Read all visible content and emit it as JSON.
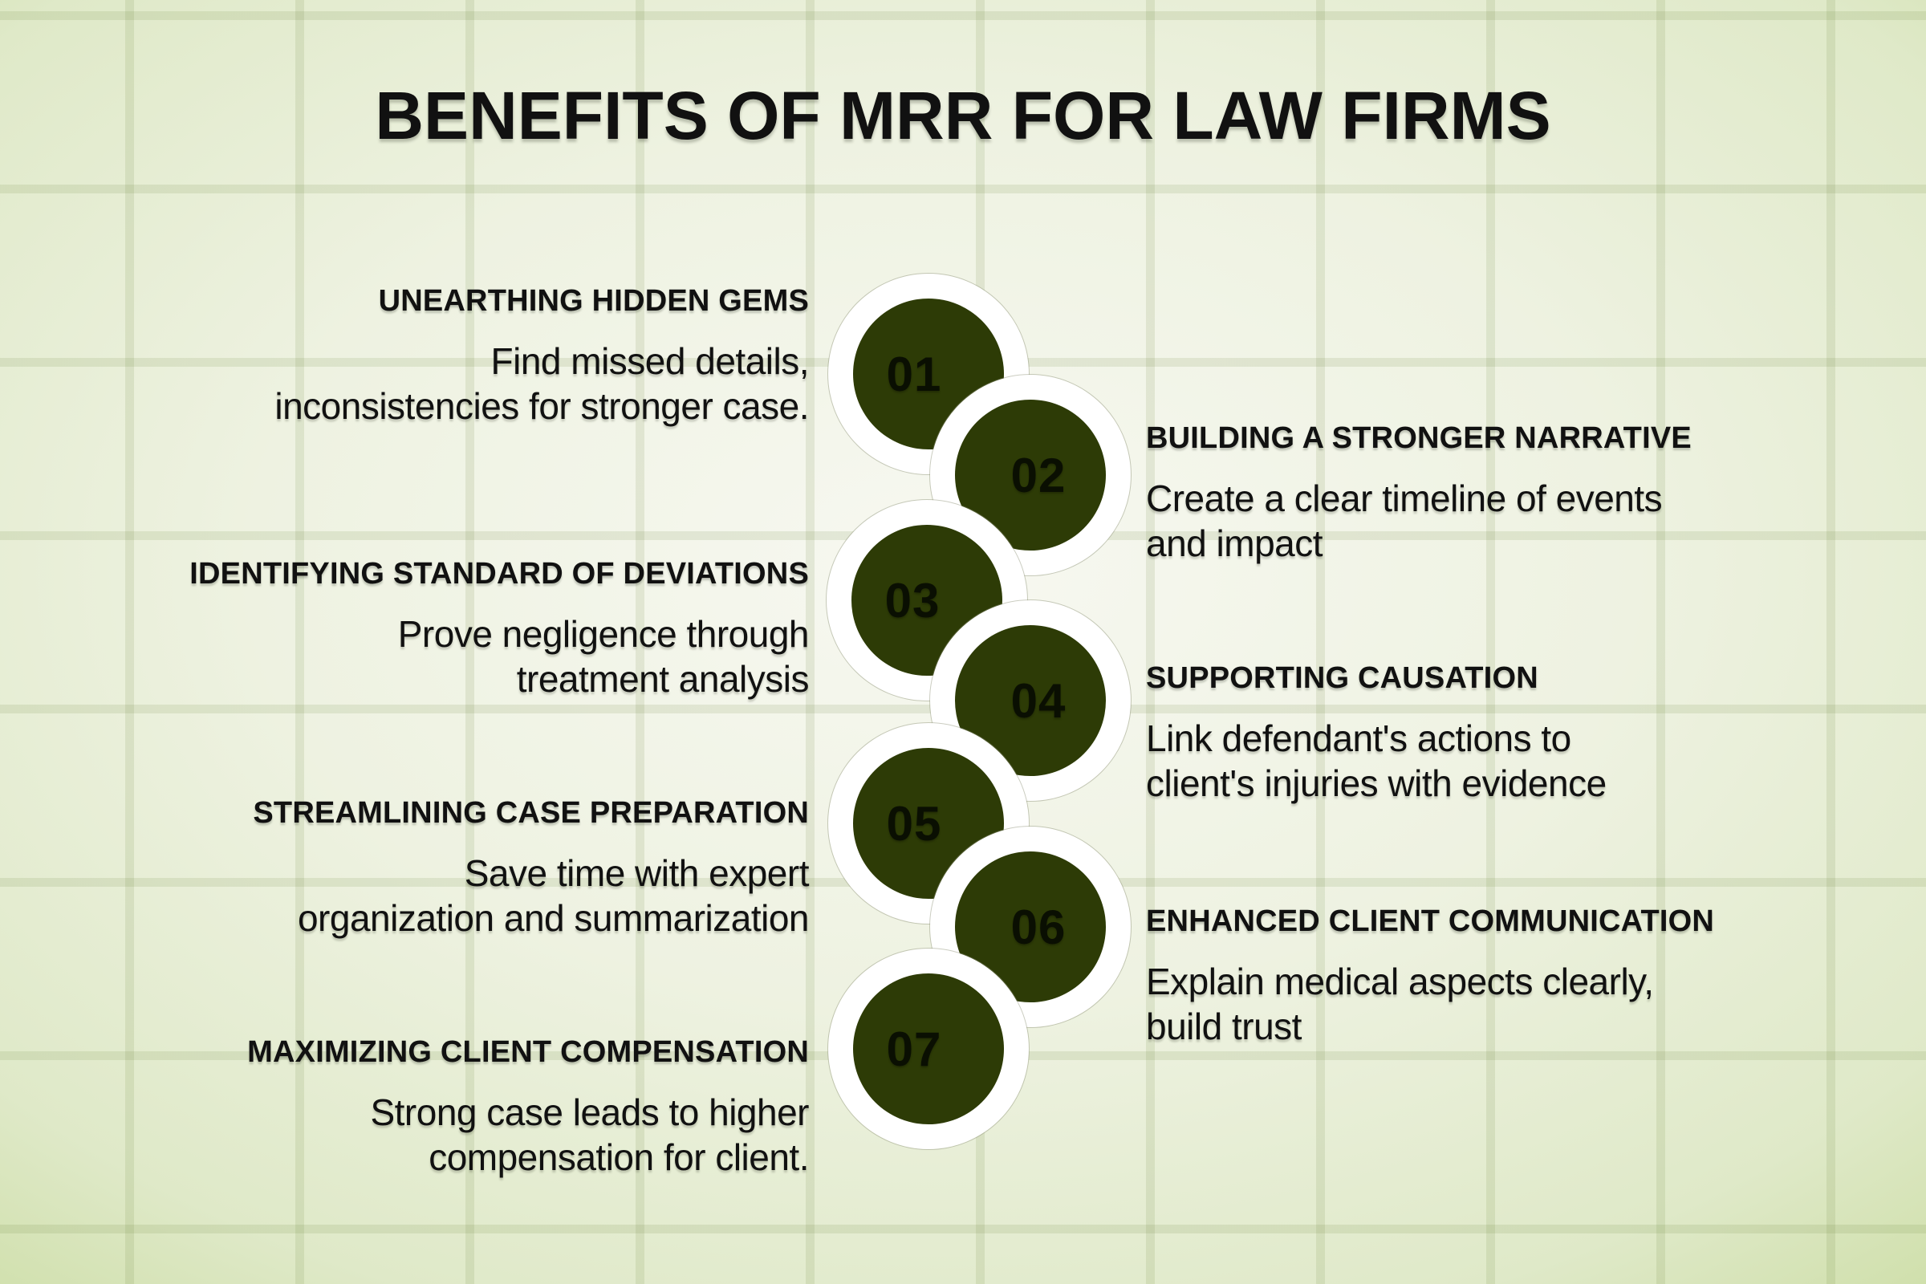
{
  "title": "BENEFITS OF MRR FOR LAW FIRMS",
  "colors": {
    "circle_fill": "#2d3b06",
    "circle_ring": "#ffffff",
    "number_color": "#0a0f02",
    "text_color": "#111111",
    "background_center": "#f7f8f1",
    "background_corner": "#9cc45e",
    "grid_line": "rgba(100,126,50,0.13)"
  },
  "items": [
    {
      "number": "01",
      "side": "left",
      "heading": "UNEARTHING HIDDEN GEMS",
      "body_line1": "Find missed details,",
      "body_line2": "inconsistencies for stronger case."
    },
    {
      "number": "02",
      "side": "right",
      "heading": "BUILDING A STRONGER NARRATIVE",
      "body_line1": "Create a clear timeline of events",
      "body_line2": "and impact"
    },
    {
      "number": "03",
      "side": "left",
      "heading": "IDENTIFYING STANDARD OF DEVIATIONS",
      "body_line1": "Prove negligence through",
      "body_line2": "treatment analysis"
    },
    {
      "number": "04",
      "side": "right",
      "heading": "SUPPORTING CAUSATION",
      "body_line1": "Link defendant's actions to",
      "body_line2": "client's injuries with evidence"
    },
    {
      "number": "05",
      "side": "left",
      "heading": "STREAMLINING CASE PREPARATION",
      "body_line1": "Save time with expert",
      "body_line2": "organization and summarization"
    },
    {
      "number": "06",
      "side": "right",
      "heading": "ENHANCED CLIENT COMMUNICATION",
      "body_line1": "Explain medical aspects clearly,",
      "body_line2": "build trust"
    },
    {
      "number": "07",
      "side": "left",
      "heading": "MAXIMIZING CLIENT COMPENSATION",
      "body_line1": "Strong case leads to higher",
      "body_line2": "compensation for client."
    }
  ]
}
